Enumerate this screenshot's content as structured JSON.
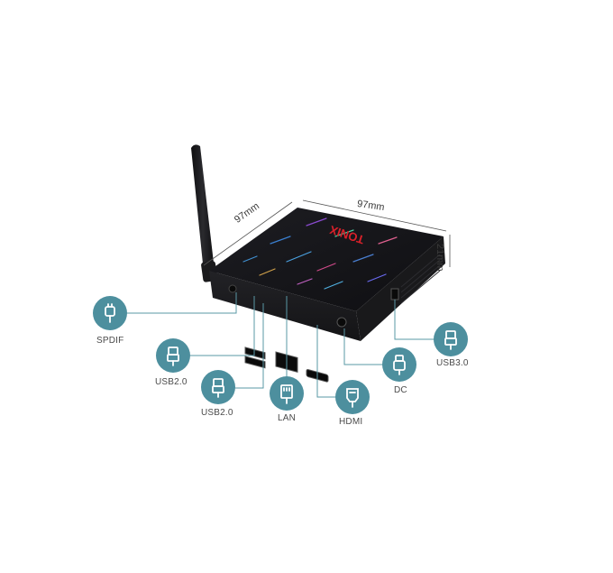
{
  "dimensions": {
    "width_left": "97mm",
    "width_right": "97mm",
    "height": "21mm"
  },
  "device": {
    "brand": "TONIX"
  },
  "ports": [
    {
      "label": "SPDIF",
      "icon": "spdif-icon"
    },
    {
      "label": "USB2.0",
      "icon": "usb-icon"
    },
    {
      "label": "USB2.0",
      "icon": "usb-icon"
    },
    {
      "label": "LAN",
      "icon": "lan-icon"
    },
    {
      "label": "HDMI",
      "icon": "hdmi-icon"
    },
    {
      "label": "DC",
      "icon": "dc-icon"
    },
    {
      "label": "USB3.0",
      "icon": "usb-icon"
    }
  ],
  "colors": {
    "accent": "#4d8f9e",
    "device_body": "#1b1b1d",
    "device_top": "#151517",
    "brand_red": "#d8212a",
    "line": "#5a98a6"
  }
}
